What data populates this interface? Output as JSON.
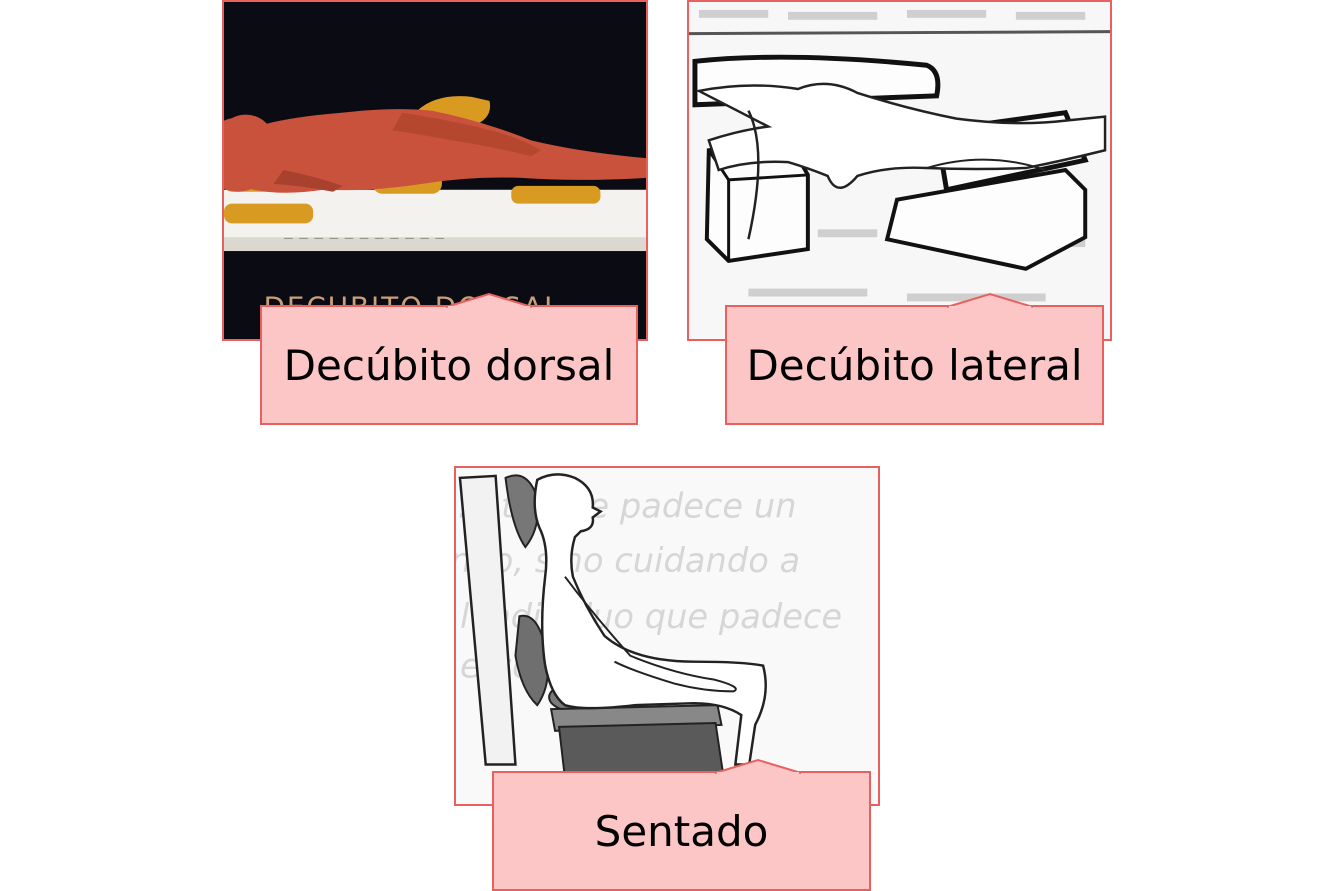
{
  "captions": {
    "dorsal": "Decúbito dorsal",
    "lateral": "Decúbito lateral",
    "sentado": "Sentado"
  },
  "image_text": {
    "dorsal_sign": "DECUBITO DORSAL",
    "sentado_background_lines": [
      "…nte que padece un",
      "…ndo, sino cuidando a",
      "…l individuo que padece",
      "…ersona"
    ]
  },
  "colors": {
    "border": "#e8615f",
    "callout_fill": "#fcc6c6",
    "figure_red": "#c8523c",
    "cushion_yellow": "#d99a22",
    "dark_bg": "#0b0b14"
  }
}
